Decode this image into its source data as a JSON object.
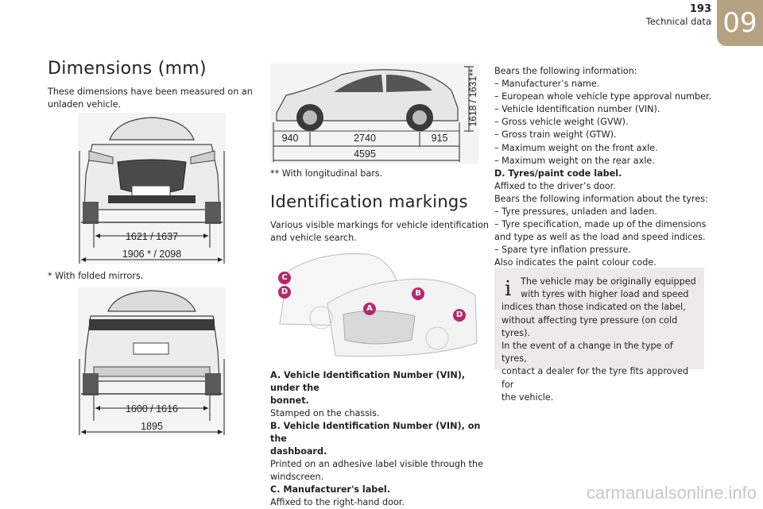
{
  "header": {
    "page_number": "193",
    "section": "Technical data",
    "chapter": "09"
  },
  "dimensions": {
    "title": "Dimensions (mm)",
    "intro_line1": "These dimensions have been measured on an",
    "intro_line2": "unladen vehicle.",
    "front_inner": "1621 / 1637",
    "front_outer": "1906 * / 2098",
    "folded_note": "* With folded mirrors.",
    "rear_inner": "1600 / 1616",
    "rear_outer": "1895",
    "side_front": "940",
    "side_wheelbase": "2740",
    "side_rear": "915",
    "side_total": "4595",
    "side_height": "1618 / 1631**",
    "bars_note": "** With longitudinal bars."
  },
  "identification": {
    "title": "Identification markings",
    "intro_line1": "Various visible markings for vehicle identification",
    "intro_line2": "and vehicle search.",
    "markers": {
      "A": "A",
      "B": "B",
      "C": "C",
      "D": "D"
    },
    "a_title_1": "A. Vehicle Identification Number (VIN), under the",
    "a_title_2": "bonnet.",
    "a_text": "Stamped on the chassis.",
    "b_title_1": "B. Vehicle Identification Number (VIN), on the",
    "b_title_2": "dashboard.",
    "b_text_1": "Printed on an adhesive label visible through the",
    "b_text_2": "windscreen.",
    "c_title": "C. Manufacturer's label.",
    "c_text": "Affixed to the right-hand door."
  },
  "column3": {
    "bears": "Bears the following information:",
    "items": [
      "–  Manufacturer’s name.",
      "–  European whole vehicle type approval number.",
      "–  Vehicle Identification number (VIN).",
      "–  Gross vehicle weight (GVW).",
      "–  Gross train weight (GTW).",
      "–  Maximum weight on the front axle.",
      "–  Maximum weight on the rear axle."
    ],
    "d_title": "D. Tyres/paint code label.",
    "d_text": "Affixed to the driver’s door.",
    "d_bears": "Bears the following information about the tyres:",
    "d_items": [
      "–  Tyre pressures, unladen and laden.",
      "–  Tyre specification, made up of the dimensions",
      "and type as well as the load and speed indices.",
      "–  Spare tyre inflation pressure."
    ],
    "d_paint": "Also indicates the paint colour code."
  },
  "info": {
    "icon": "info-icon",
    "lines": [
      "The vehicle may be originally equipped",
      "with tyres with higher load and speed",
      "indices than those indicated on the label,",
      "without affecting tyre pressure (on cold tyres).",
      "In the event of a change in the type of tyres,",
      "contact a dealer for the tyre fits approved for",
      "the vehicle."
    ]
  },
  "watermark": "carmanualsonline.info",
  "colors": {
    "accent": "#b5a282",
    "marker": "#b5286c",
    "infobox": "#ecebe8"
  }
}
